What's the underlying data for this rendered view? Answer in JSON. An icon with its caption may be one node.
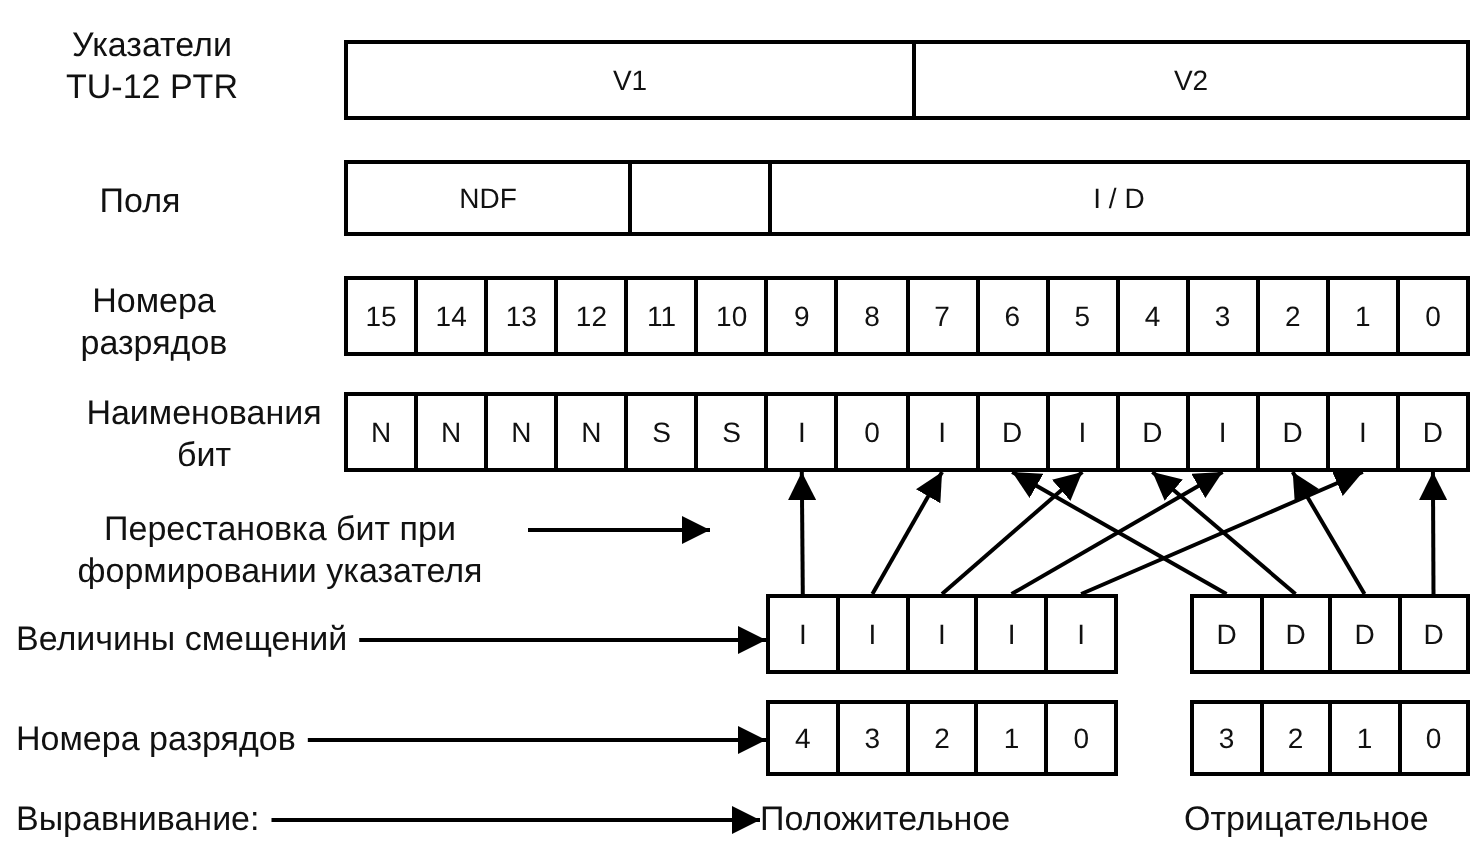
{
  "diagram": {
    "nodes": [
      {
        "text": [
          "V1"
        ]
      },
      {
        "text": [
          "V2"
        ]
      },
      {
        "text": [
          "NDF"
        ]
      },
      {
        "text": [],
        "shape": "box"
      },
      {
        "text": [
          "I / D"
        ]
      },
      {
        "text": [
          "15"
        ]
      },
      {
        "text": [
          "14"
        ]
      },
      {
        "text": [
          "13"
        ]
      },
      {
        "text": [
          "12"
        ]
      },
      {
        "text": [
          "11"
        ]
      },
      {
        "text": [
          "10"
        ]
      },
      {
        "text": [
          "9"
        ]
      },
      {
        "text": [
          "8"
        ]
      },
      {
        "text": [
          "7"
        ]
      },
      {
        "text": [
          "6"
        ]
      },
      {
        "text": [
          "5"
        ]
      },
      {
        "text": [
          "4"
        ]
      },
      {
        "text": [
          "3"
        ]
      },
      {
        "text": [
          "2"
        ]
      },
      {
        "text": [
          "1"
        ]
      },
      {
        "text": [
          "0"
        ]
      },
      {
        "text": [
          "N"
        ]
      },
      {
        "text": [
          "N"
        ]
      },
      {
        "text": [
          "N"
        ]
      },
      {
        "text": [
          "N"
        ]
      },
      {
        "text": [
          "S"
        ]
      },
      {
        "text": [
          "S"
        ]
      },
      {
        "text": [
          "I"
        ]
      },
      {
        "text": [
          "0"
        ]
      },
      {
        "text": [
          "I"
        ]
      },
      {
        "text": [
          "D"
        ]
      },
      {
        "text": [
          "I"
        ]
      },
      {
        "text": [
          "D"
        ]
      },
      {
        "text": [
          "I"
        ]
      },
      {
        "text": [
          "D"
        ]
      },
      {
        "text": [
          "I"
        ]
      },
      {
        "text": [
          "D"
        ]
      },
      {
        "text": [
          "I"
        ]
      },
      {
        "text": [
          "I"
        ]
      },
      {
        "text": [
          "I"
        ]
      },
      {
        "text": [
          "I"
        ]
      },
      {
        "text": [
          "I"
        ]
      },
      {
        "text": [
          "D"
        ]
      },
      {
        "text": [
          "D"
        ]
      },
      {
        "text": [
          "D"
        ]
      },
      {
        "text": [
          "D"
        ]
      },
      {
        "text": [
          "4"
        ]
      },
      {
        "text": [
          "3"
        ]
      },
      {
        "text": [
          "2"
        ]
      },
      {
        "text": [
          "1"
        ]
      },
      {
        "text": [
          "0"
        ]
      },
      {
        "text": [
          "3"
        ]
      },
      {
        "text": [
          "2"
        ]
      },
      {
        "text": [
          "1"
        ]
      },
      {
        "text": [
          "0"
        ]
      },
      {
        "text": [
          "Перестановка бит при формировании указателя"
        ]
      },
      {
        "text": [
          "Величины смещений"
        ]
      },
      {
        "text": [
          "Номера разрядов"
        ]
      },
      {
        "text": [
          "Выравнивание:"
        ]
      },
      {
        "text": [
          "Положительное"
        ]
      },
      {
        "text": [
          "Отрицательное"
        ]
      }
    ],
    "edges": [
      {
        "from": 55,
        "to": null,
        "arrow": "to"
      },
      {
        "from": 56,
        "to": 37,
        "arrow": "to"
      },
      {
        "from": 57,
        "to": 46,
        "arrow": "to"
      },
      {
        "from": 58,
        "to": 59,
        "arrow": "to"
      },
      {
        "from": 37,
        "to": 27,
        "arrow": "to"
      },
      {
        "from": 38,
        "to": 29,
        "arrow": "to"
      },
      {
        "from": 39,
        "to": 31,
        "arrow": "to"
      },
      {
        "from": 40,
        "to": 33,
        "arrow": "to"
      },
      {
        "from": 41,
        "to": 35,
        "arrow": "to"
      },
      {
        "from": 42,
        "to": 30,
        "arrow": "to"
      },
      {
        "from": 43,
        "to": 32,
        "arrow": "to"
      },
      {
        "from": 44,
        "to": 34,
        "arrow": "to"
      },
      {
        "from": 45,
        "to": 36,
        "arrow": "to"
      }
    ],
    "labels": [
      "Указатели TU-12 PTR",
      "Поля",
      "Номера разрядов",
      "Наименования бит"
    ]
  }
}
